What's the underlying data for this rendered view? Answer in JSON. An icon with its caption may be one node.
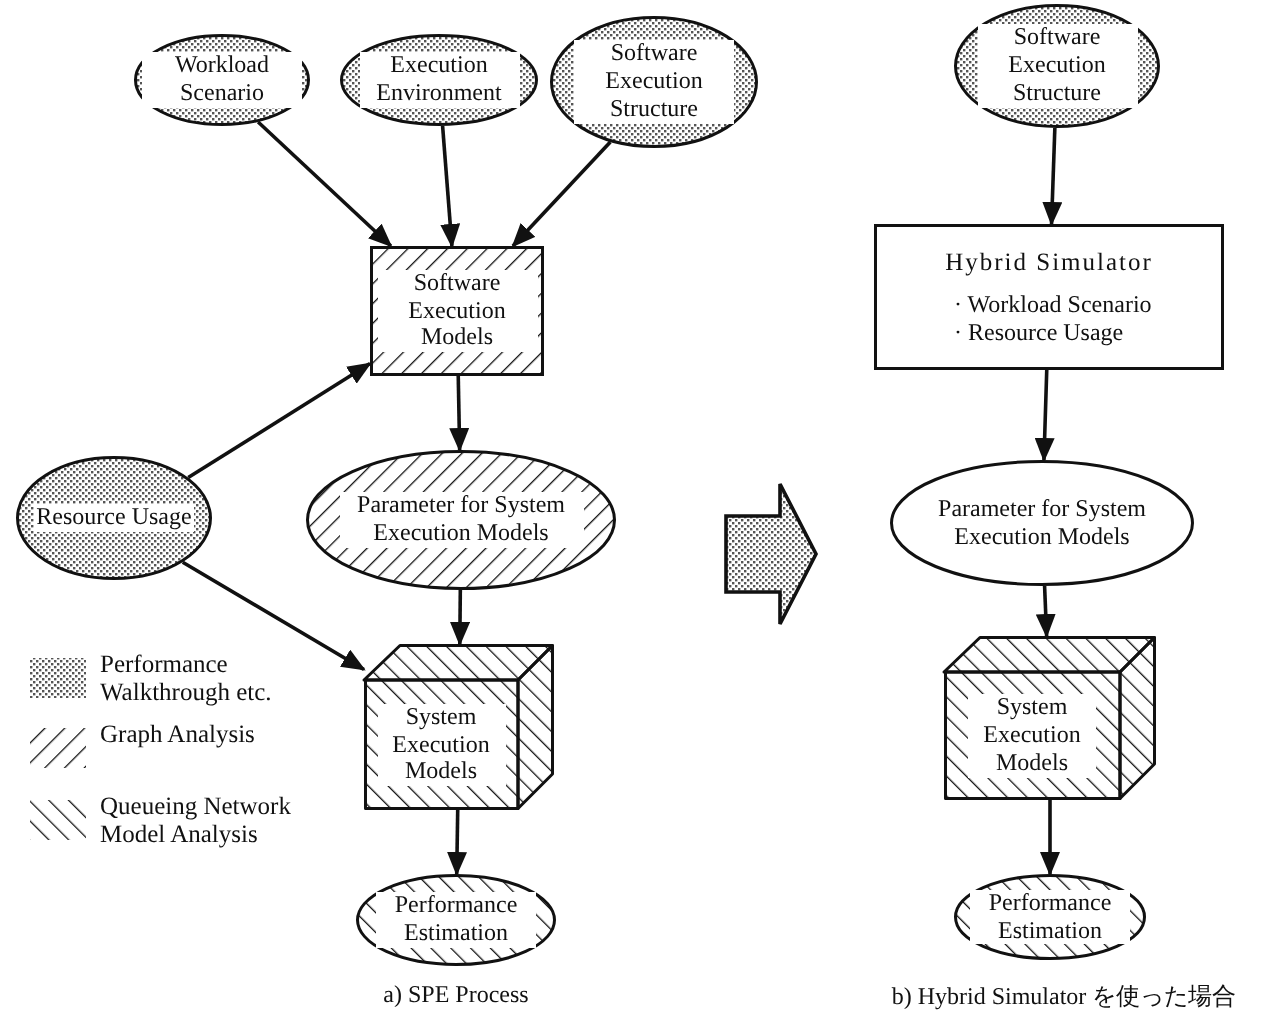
{
  "diagram": {
    "nodes": [
      {
        "text": [
          "Workload Scenario"
        ]
      },
      {
        "text": [
          "Execution Environment"
        ]
      },
      {
        "text": [
          "Software Execution Structure"
        ]
      },
      {
        "text": [
          "Software Execution Models"
        ]
      },
      {
        "text": [
          "Resource Usage"
        ]
      },
      {
        "text": [
          "Parameter for System Execution Models"
        ]
      },
      {
        "text": [
          "System Execution Models"
        ]
      },
      {
        "text": [
          "Performance Estimation"
        ]
      },
      {
        "text": [
          "Software Execution Structure"
        ]
      },
      {
        "text": [
          "Hybrid Simulator",
          "· Workload Scenario",
          "· Resource Usage"
        ]
      },
      {
        "text": [
          "Parameter for System Execution Models"
        ]
      },
      {
        "text": [
          "System Execution Models"
        ]
      },
      {
        "text": [
          "Performance Estimation"
        ]
      }
    ],
    "edges": [
      {
        "from": 0,
        "to": 3,
        "arrow": "to"
      },
      {
        "from": 1,
        "to": 3,
        "arrow": "to"
      },
      {
        "from": 2,
        "to": 3,
        "arrow": "to"
      },
      {
        "from": 4,
        "to": 3,
        "arrow": "to"
      },
      {
        "from": 3,
        "to": 5,
        "arrow": "to"
      },
      {
        "from": 4,
        "to": 6,
        "arrow": "to"
      },
      {
        "from": 5,
        "to": 6,
        "arrow": "to"
      },
      {
        "from": 6,
        "to": 7,
        "arrow": "to"
      },
      {
        "from": 8,
        "to": 9,
        "arrow": "to"
      },
      {
        "from": 9,
        "to": 10,
        "arrow": "to"
      },
      {
        "from": 10,
        "to": 11,
        "arrow": "to"
      },
      {
        "from": 11,
        "to": 12,
        "arrow": "to"
      }
    ],
    "labels": [
      "a) SPE Process",
      "b) Hybrid Simulator を使った場合"
    ],
    "legend": [
      {
        "text": "Performance Walkthrough etc."
      },
      {
        "text": "Graph Analysis"
      },
      {
        "text": "Queueing Network Model Analysis"
      }
    ]
  }
}
